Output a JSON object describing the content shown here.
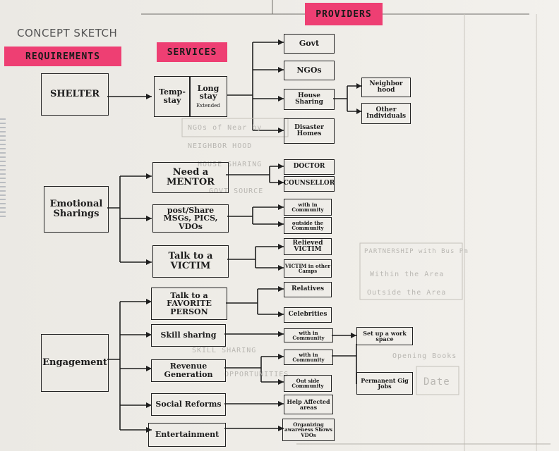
{
  "title": "CONCEPT SKETCH",
  "headers": {
    "requirements": "REQUIREMENTS",
    "services": "SERVICES",
    "providers": "PROVIDERS"
  },
  "requirements": {
    "shelter": "SHELTER",
    "emotional": "Emotional Sharings",
    "engagement": "Engagement"
  },
  "services": {
    "temp_stay": "Temp- stay",
    "long_stay": "Long stay",
    "long_stay_note": "Extended",
    "mentor": "Need a MENTOR",
    "post_share": "post/Share MSGs, PICS, VDOs",
    "talk_victim": "Talk to a VICTIM",
    "favorite_person": "Talk to a FAVORITE PERSON",
    "skill_sharing": "Skill sharing",
    "revenue": "Revenue Generation",
    "social": "Social Reforms",
    "entertainment": "Entertainment"
  },
  "providers": {
    "govt": "Govt",
    "ngos": "NGOs",
    "house_sharing": "House Sharing",
    "disaster_homes": "Disaster Homes",
    "neighborhood": "Neighbor hood",
    "other_individuals": "Other Individuals",
    "doctor": "DOCTOR",
    "counsellor": "COUNSELLOR",
    "within_community_1": "with in Community",
    "outside_community_1": "outside the Community",
    "relieved_victim": "Relieved VICTIM",
    "victim_other_camps": "VICTIM in other Camps",
    "relatives": "Relatives",
    "celebrities": "Celebrities",
    "within_community_2": "with in Community",
    "setup_workspace": "Set up a work space",
    "within_community_3": "with in Community",
    "outside_community_2": "Out side Community",
    "permanent_jobs": "Permanent Gig Jobs",
    "help_affected": "Help Affected areas",
    "organizing_shows": "Organizing awareness Shows VDOs"
  },
  "faint_notes": {
    "n1": "NGOs of Near by",
    "n2": "NEIGHBOR HOOD",
    "n3": "HOUSE SHARING",
    "n4": "GOVT SOURCE",
    "n5": "SKILL SHARING",
    "n6": "OPPORTUNITIES",
    "n7": "PARTNERSHIP with Bus Pm",
    "n8": "Within the Area",
    "n9": "Outside the Area",
    "n10": "Opening Books",
    "n11": "Date"
  },
  "colors": {
    "tag": "#ee3f73",
    "ink": "#1c1c1c",
    "paper": "#efede8"
  }
}
